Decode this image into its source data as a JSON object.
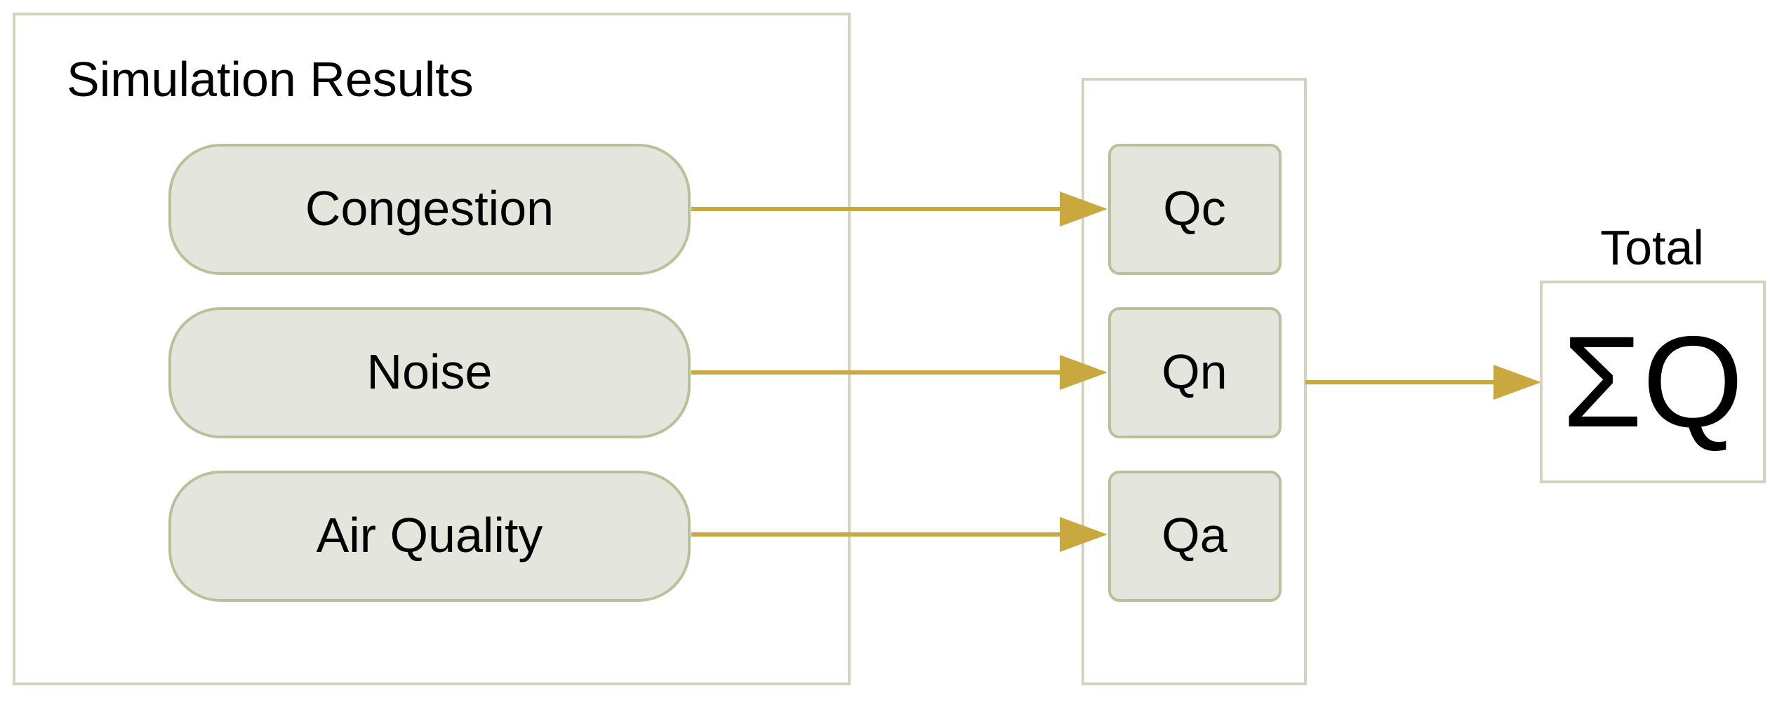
{
  "results_group": {
    "title": "Simulation Results",
    "items": [
      {
        "label": "Congestion"
      },
      {
        "label": "Noise"
      },
      {
        "label": "Air Quality"
      }
    ]
  },
  "quality_group": {
    "items": [
      {
        "label": "Qc"
      },
      {
        "label": "Qn"
      },
      {
        "label": "Qa"
      }
    ]
  },
  "total": {
    "label": "Total",
    "symbol": "ΣQ"
  },
  "colors": {
    "frame_border": "#d7d2bf",
    "node_fill": "#e4e6de",
    "node_border": "#b5c39a",
    "arrow": "#c9a93f"
  }
}
